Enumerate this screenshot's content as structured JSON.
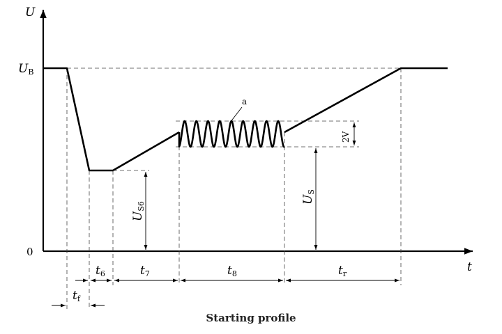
{
  "axes": {
    "y_label_main": "U",
    "x_label_main": "t",
    "origin_label": "0"
  },
  "labels": {
    "ub": {
      "main": "U",
      "sub": "B"
    },
    "us6": {
      "main": "U",
      "sub": "S6"
    },
    "us": {
      "main": "U",
      "sub": "S"
    },
    "two_v": "2V",
    "a": "a"
  },
  "intervals": {
    "t6": {
      "main": "t",
      "sub": "6"
    },
    "t7": {
      "main": "t",
      "sub": "7"
    },
    "t8": {
      "main": "t",
      "sub": "8"
    },
    "tr": {
      "main": "t",
      "sub": "r"
    },
    "tf": {
      "main": "t",
      "sub": "f"
    }
  },
  "caption": "Starting profile"
}
